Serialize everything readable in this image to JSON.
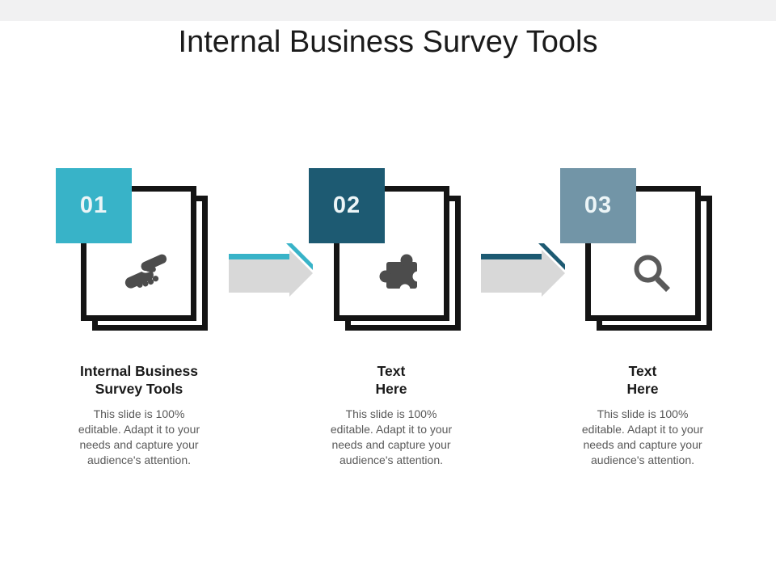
{
  "slide": {
    "title": "Internal Business Survey Tools",
    "top_strip_color": "#f1f1f2",
    "background_color": "#ffffff"
  },
  "colors": {
    "accent_cyan": "#38b3c8",
    "accent_petrol": "#1d5a72",
    "accent_steel": "#7295a7",
    "arrow_gray": "#d8d8d8",
    "doc_border": "#141414",
    "icon_gray": "#4c4c4c",
    "magnifier_gray": "#5a5a5a",
    "number_text": "#ecf5f7",
    "heading_text": "#1a1a1a",
    "body_text": "#595959"
  },
  "steps": [
    {
      "number": "01",
      "accent": "#38b3c8",
      "icon": "handshake-icon",
      "heading": "Internal Business\nSurvey Tools",
      "body": "This slide is 100% editable. Adapt it to your needs and capture your audience's attention."
    },
    {
      "number": "02",
      "accent": "#1d5a72",
      "icon": "puzzle-icon",
      "heading": "Text\nHere",
      "body": "This slide is 100% editable. Adapt it to your needs and capture your audience's attention."
    },
    {
      "number": "03",
      "accent": "#7295a7",
      "icon": "search-icon",
      "heading": "Text\nHere",
      "body": "This slide is 100% editable. Adapt it to your needs and capture your audience's attention."
    }
  ],
  "arrows": [
    {
      "direction": "right",
      "stripe_color": "#38b3c8",
      "body_color": "#d8d8d8"
    },
    {
      "direction": "right",
      "stripe_color": "#1d5a72",
      "body_color": "#d8d8d8"
    }
  ]
}
